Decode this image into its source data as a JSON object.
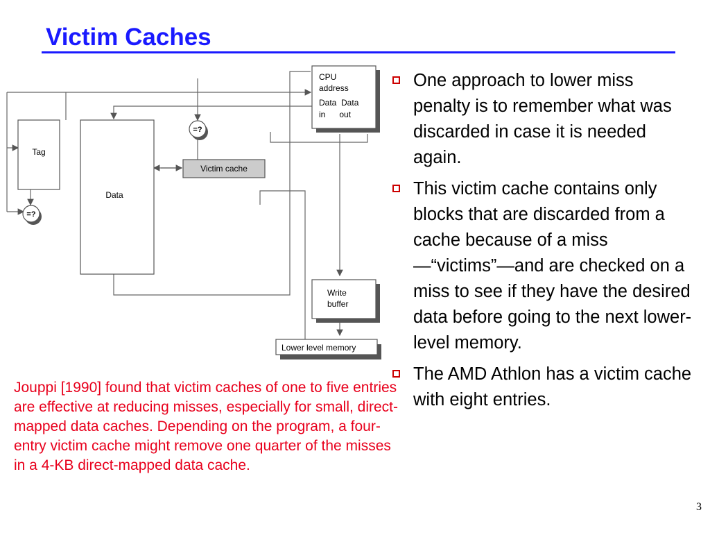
{
  "slide": {
    "title": "Victim Caches",
    "page_number": "3"
  },
  "diagram": {
    "cpu": {
      "line1": "CPU",
      "line2": "address",
      "line3": "Data  Data",
      "line4": "in      out"
    },
    "tag_label": "Tag",
    "data_label": "Data",
    "victim_cache_label": "Victim cache",
    "compare_top": "=?",
    "compare_bottom": "=?",
    "write_buffer_line1": "Write",
    "write_buffer_line2": "buffer",
    "lower_memory_label": "Lower level memory"
  },
  "bullets": [
    "One approach to lower miss penalty is to remember what was discarded in case it is needed again.",
    "This  victim cache contains only blocks that are discarded from a cache because of a miss—“victims”—and are checked on a miss to see if they have the desired data before going to the next lower-level memory.",
    "The AMD Athlon has a victim cache with eight entries."
  ],
  "note": "Jouppi [1990] found that victim caches of one to five entries are effective at reducing misses, especially for small, direct-mapped data caches. Depending on the program, a four-entry victim cache might remove one quarter of the misses in a 4-KB direct-mapped data cache.",
  "colors": {
    "title": "#1a1aff",
    "note": "#e8001c",
    "bullet_marker": "#cc0000"
  }
}
